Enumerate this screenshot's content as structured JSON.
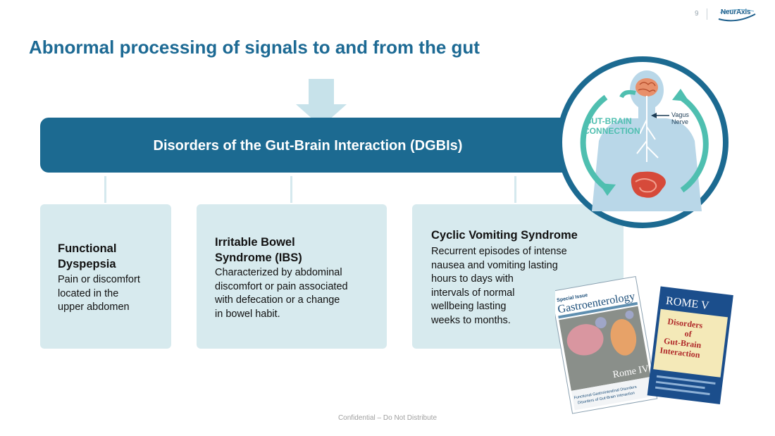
{
  "header": {
    "page_number": "9",
    "logo_text": "NeurAxis"
  },
  "title": "Abnormal processing of signals to and from the gut",
  "banner": {
    "label": "Disorders of the Gut-Brain Interaction (DGBIs)"
  },
  "cards": [
    {
      "title": "Functional\nDyspepsia",
      "body": "Pain or discomfort\nlocated in the\nupper abdomen"
    },
    {
      "title": "Irritable Bowel\nSyndrome (IBS)",
      "body": "Characterized by abdominal\ndiscomfort or pain associated\nwith defecation or a change\nin bowel habit."
    },
    {
      "title": "Cyclic Vomiting Syndrome",
      "body": "Recurrent episodes of intense\nnausea and vomiting lasting\nhours to days with\nintervals of normal\nwellbeing lasting\nweeks to months."
    }
  ],
  "illustration": {
    "label_line1": "GUT-BRAIN",
    "label_line2": "CONNECTION",
    "nerve_line1": "Vagus",
    "nerve_line2": "Nerve"
  },
  "books": {
    "book1_kicker": "Special Issue",
    "book1_title": "Gastroenterology",
    "book1_overlay": "Rome IV",
    "book1_sub1": "Functional Gastrointestinal Disorders",
    "book1_sub2": "Disorders of Gut-Brain Interaction",
    "book2_title": "ROME V",
    "book2_line1": "Disorders",
    "book2_line2": "of",
    "book2_line3": "Gut-Brain",
    "book2_line4": "Interaction"
  },
  "footer": "Confidential – Do Not Distribute",
  "colors": {
    "brand": "#1c6a91",
    "card_bg": "#d7eaee",
    "teal_arrow": "#4fbfb0"
  }
}
